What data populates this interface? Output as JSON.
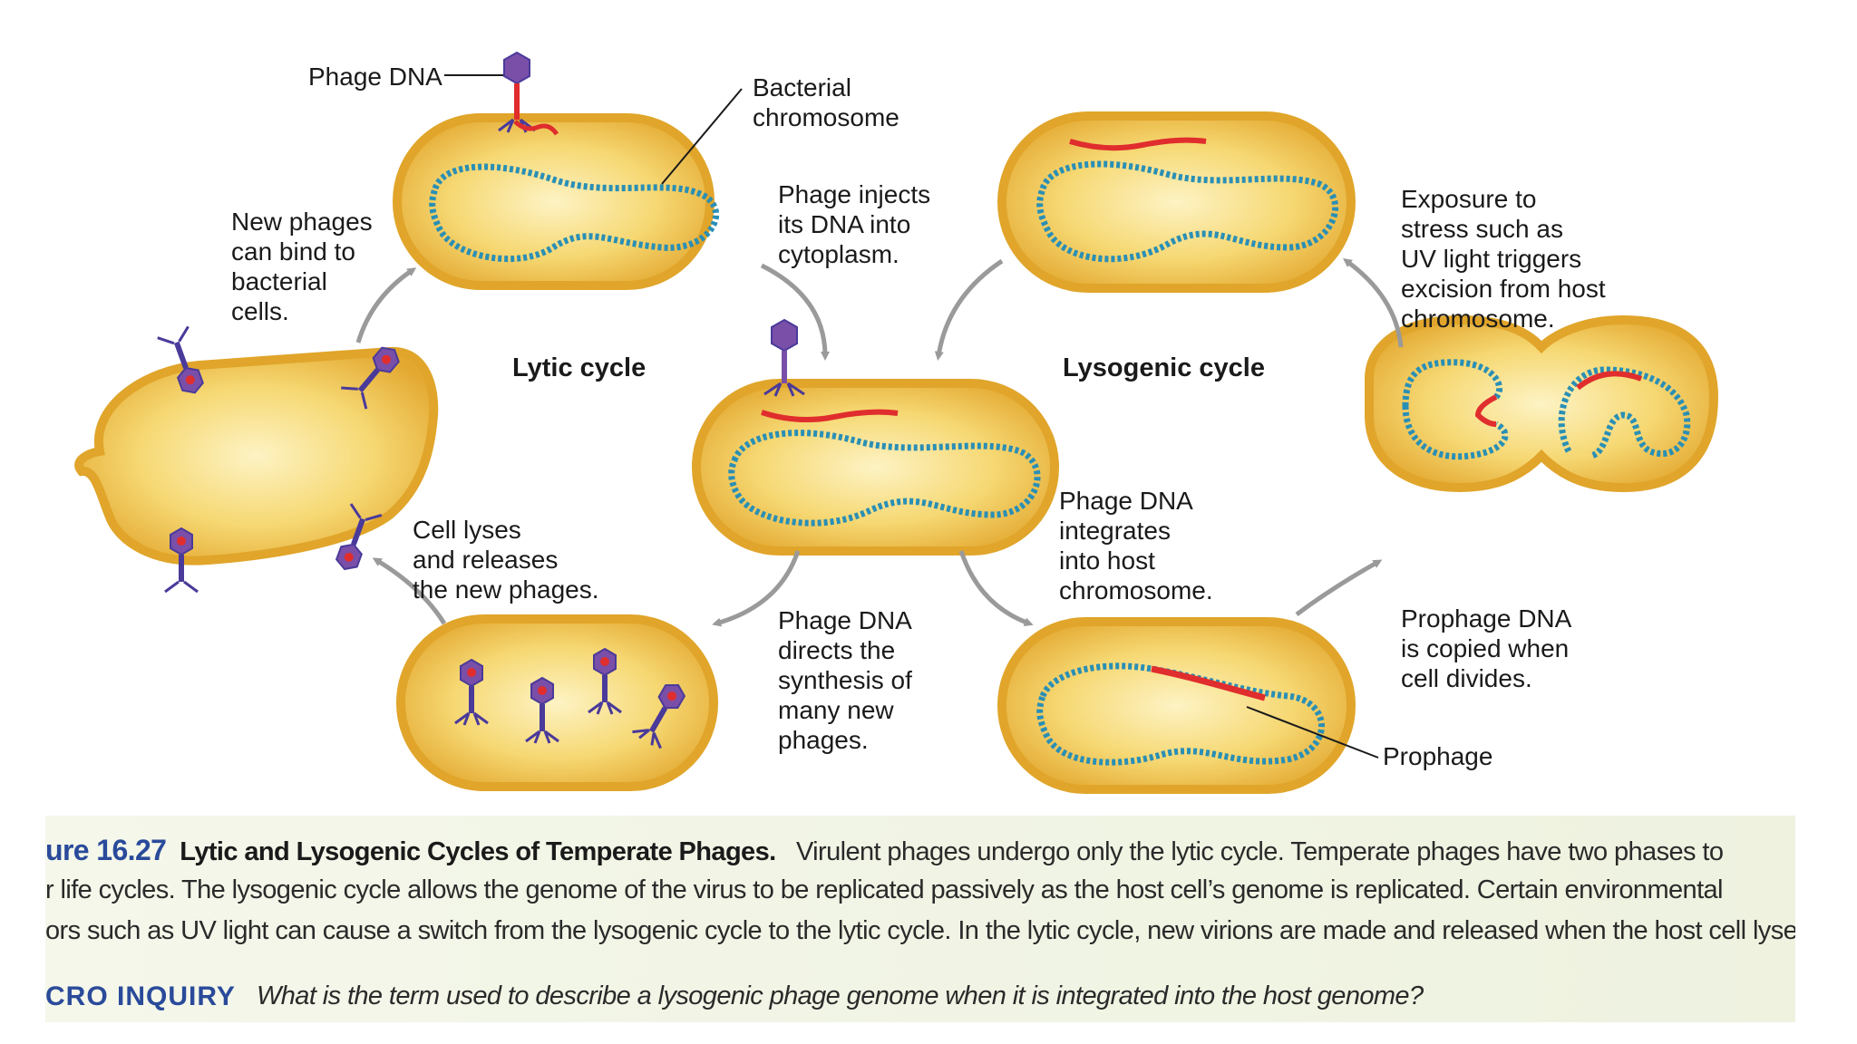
{
  "labels": {
    "phage_dna": "Phage DNA",
    "bacterial_chromosome": "Bacterial\nchromosome",
    "phage_injects": "Phage injects\nits DNA into\ncytoplasm.",
    "new_phages_bind": "New phages\ncan bind to\nbacterial\ncells.",
    "lytic_cycle": "Lytic cycle",
    "lysogenic_cycle": "Lysogenic cycle",
    "exposure_stress": "Exposure to\nstress such as\nUV light triggers\nexcision from host\nchromosome.",
    "cell_lyses": "Cell lyses\nand releases\nthe new phages.",
    "phage_dna_integrates": "Phage DNA\nintegrates\ninto host\nchromosome.",
    "phage_dna_directs": "Phage DNA\ndirects the\nsynthesis of\nmany new\nphages.",
    "prophage_copied": "Prophage DNA\nis copied when\ncell divides.",
    "prophage": "Prophage"
  },
  "caption": {
    "figure_label": "ure 16.27",
    "figure_title": "Lytic and Lysogenic Cycles of Temperate Phages.",
    "line1": "Virulent phages undergo only the lytic cycle. Temperate phages have two phases to",
    "line2": "r life cycles. The lysogenic cycle allows the genome of the virus to be replicated passively as the host cell’s genome is replicated. Certain environmental",
    "line3": "ors such as UV light can cause a switch from the lysogenic cycle to the lytic cycle. In the lytic cycle, new virions are made and released when the host cell lyses.",
    "inquiry_label": "CRO INQUIRY",
    "inquiry_text": "What is the term used to describe a lysogenic phage genome when it is integrated into the host genome?"
  },
  "colors": {
    "cell_fill": "#f2c94c",
    "cell_outline": "#e0a52a",
    "bacterial_dna": "#2a8fb5",
    "phage_dna": "#e02d2d",
    "phage_head": "#7a4fa8",
    "phage_body": "#4a3a9a",
    "caption_blue": "#2a4a9a"
  }
}
